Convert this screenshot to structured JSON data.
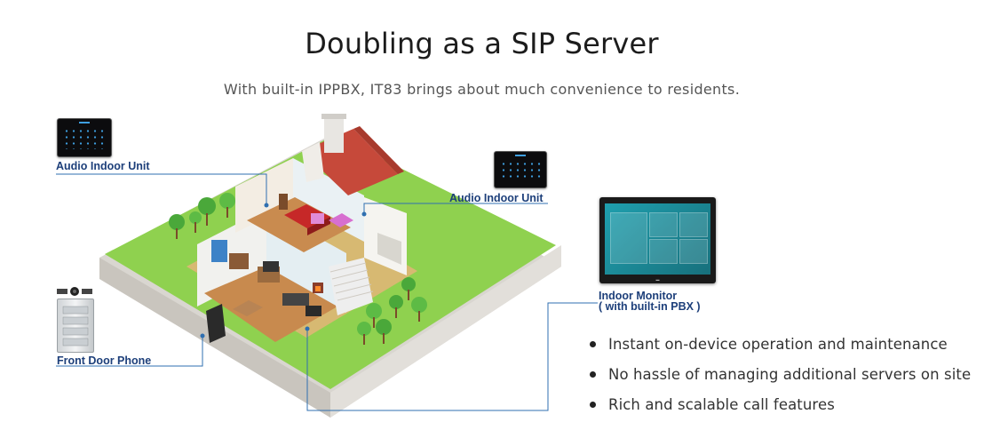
{
  "heading": {
    "title": "Doubling as a SIP Server",
    "subtitle": "With built-in IPPBX, IT83 brings about much convenience to residents."
  },
  "devices": {
    "audio_indoor_unit_left": "Audio  Indoor  Unit",
    "audio_indoor_unit_right": "Audio  Indoor  Unit",
    "indoor_monitor_line1": "Indoor Monitor",
    "indoor_monitor_line2": "( with built-in PBX )",
    "front_door_phone": "Front Door Phone"
  },
  "features": [
    "Instant on-device operation and maintenance",
    "No hassle of managing additional servers on site",
    "Rich and scalable call features"
  ],
  "colors": {
    "label": "#1d3f7a",
    "connector_line": "#2f6fb0",
    "lawn": "#8fd14f",
    "brick": "#c6493a"
  }
}
